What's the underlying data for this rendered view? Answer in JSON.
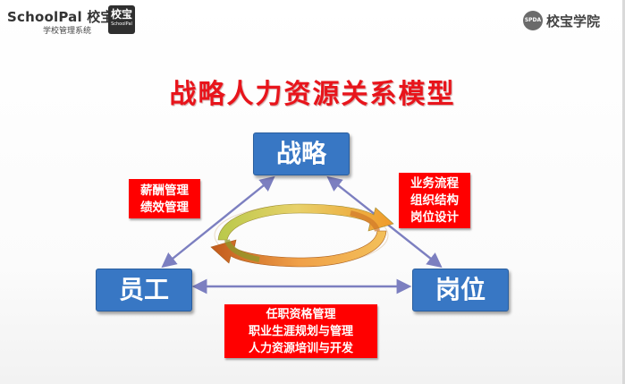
{
  "header": {
    "left_brand": "SchoolPal 校宝",
    "left_subtitle": "学校管理系统",
    "left_badge_main": "校宝",
    "left_badge_sub": "SchoolPal",
    "right_badge": "SPDA",
    "right_name": "校宝学院"
  },
  "title": "战略人力资源关系模型",
  "nodes": {
    "strategy": "战略",
    "staff": "员工",
    "post": "岗位"
  },
  "boxes": {
    "left": [
      "薪酬管理",
      "绩效管理"
    ],
    "right": [
      "业务流程",
      "组织结构",
      "岗位设计"
    ],
    "bottom": [
      "任职资格管理",
      "职业生涯规划与管理",
      "人力资源培训与开发"
    ]
  },
  "colors": {
    "title": "#e8141b",
    "node_fill": "#3877c4",
    "box_fill": "#ff0000",
    "connector": "#7c7fc0"
  }
}
